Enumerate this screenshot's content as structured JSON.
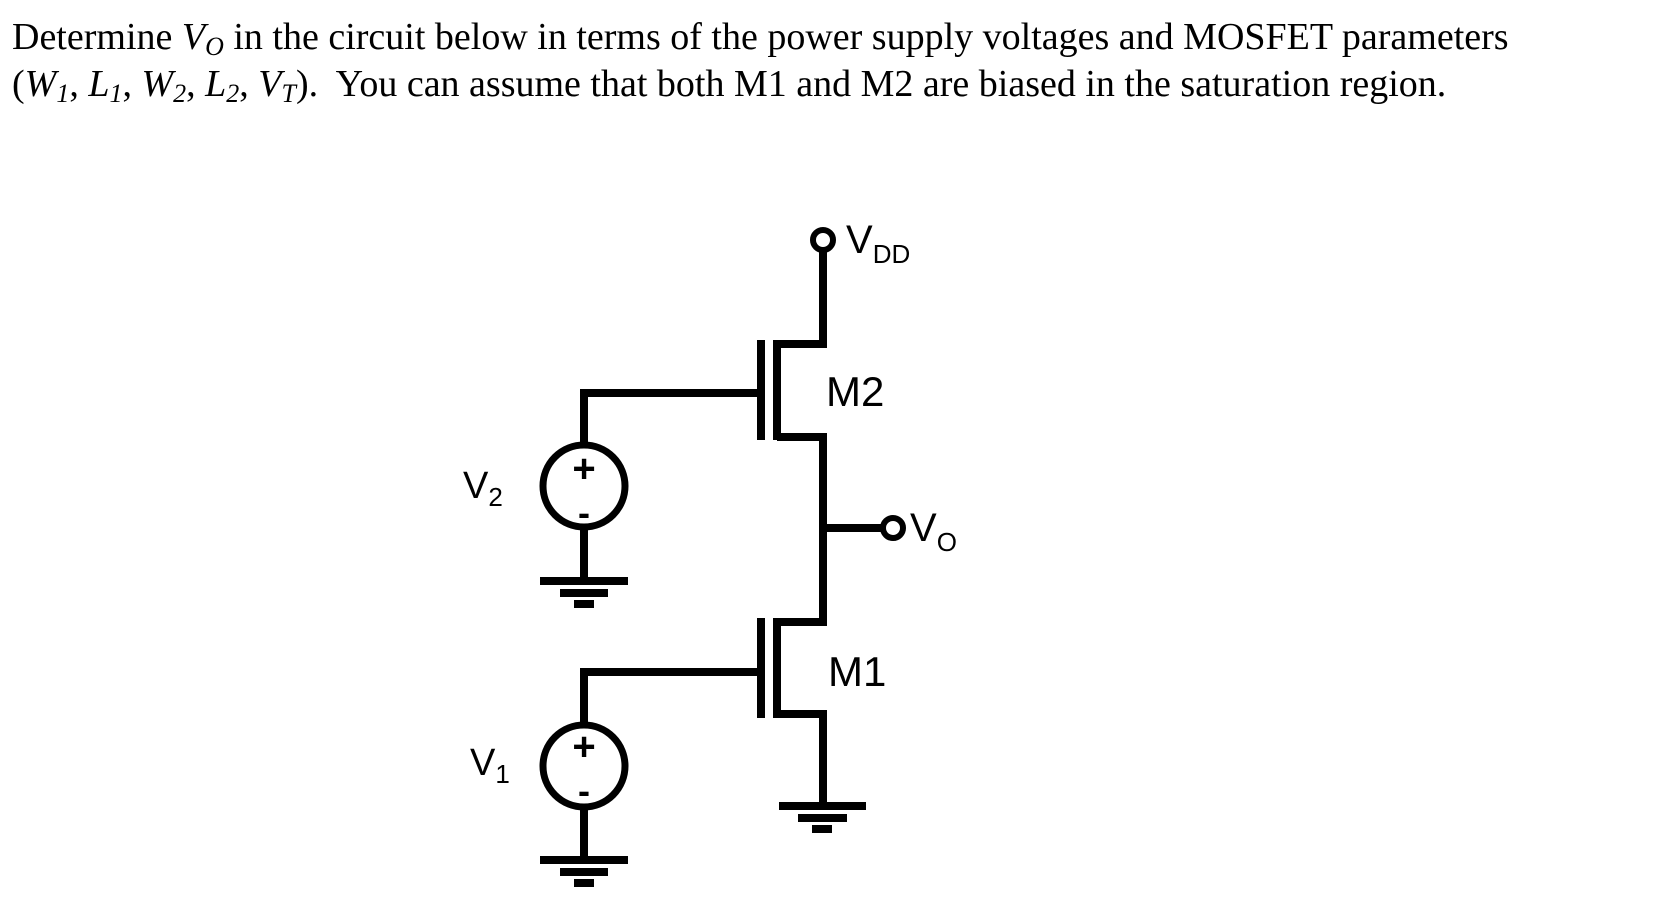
{
  "problem": {
    "line1": {
      "prefix": "Determine ",
      "vo_base": "V",
      "vo_sub": "O",
      "suffix": " in the circuit below in terms of the power supply voltages and MOSFET parameters"
    },
    "line2": {
      "open": "(",
      "params": [
        {
          "base": "W",
          "sub": "1",
          "sep": ", "
        },
        {
          "base": "L",
          "sub": "1",
          "sep": ", "
        },
        {
          "base": "W",
          "sub": "2",
          "sep": ", "
        },
        {
          "base": "L",
          "sub": "2",
          "sep": ", "
        },
        {
          "base": "V",
          "sub": "T",
          "sep": ""
        }
      ],
      "close": ").",
      "rest": "  You can assume that both M1 and M2 are biased in the saturation region."
    }
  },
  "circuit": {
    "vdd": {
      "base": "V",
      "sub": "DD"
    },
    "vo": {
      "base": "V",
      "sub": "O"
    },
    "m2": "M2",
    "m1": "M1",
    "v2": {
      "base": "V",
      "sub": "2"
    },
    "v1": {
      "base": "V",
      "sub": "1"
    },
    "plus": "+",
    "minus": "-"
  }
}
